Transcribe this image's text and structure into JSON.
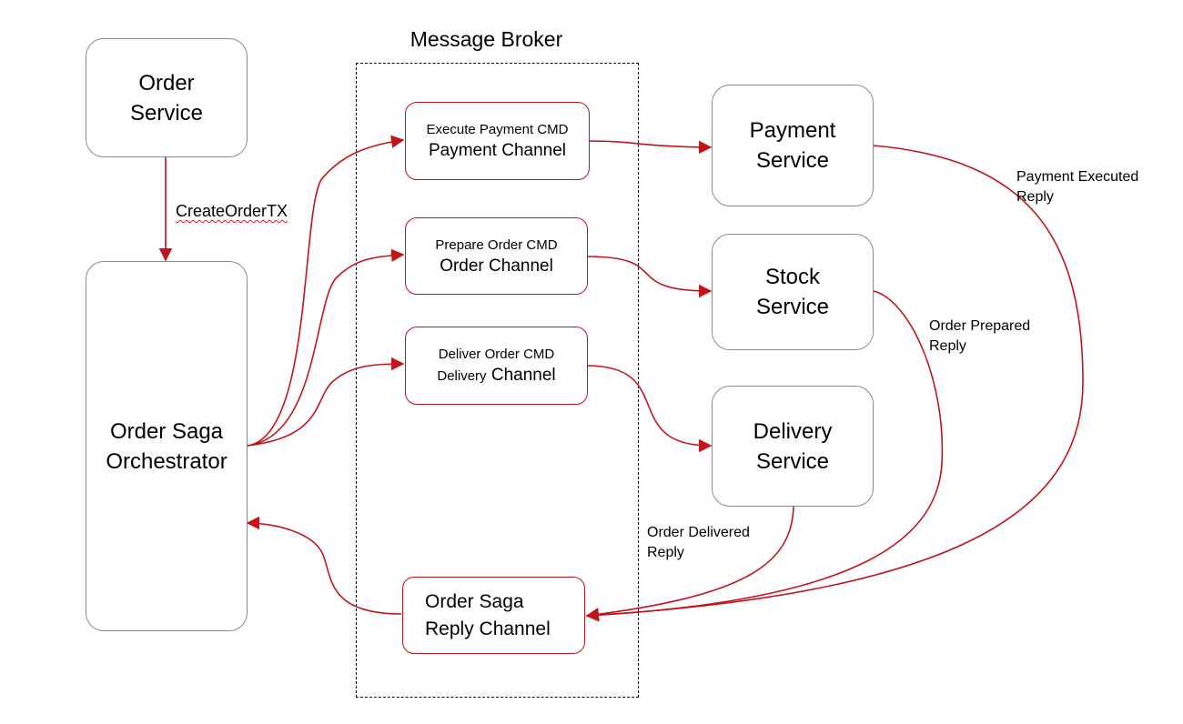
{
  "broker": {
    "title": "Message Broker"
  },
  "services": {
    "order": {
      "line1": "Order",
      "line2": "Service"
    },
    "orchestrator": {
      "line1": "Order Saga",
      "line2": "Orchestrator"
    },
    "payment": {
      "line1": "Payment",
      "line2": "Service"
    },
    "stock": {
      "line1": "Stock",
      "line2": "Service"
    },
    "delivery": {
      "line1": "Delivery",
      "line2": "Service"
    }
  },
  "channels": {
    "payment": {
      "cmd": "Execute Payment CMD",
      "name": "Payment Channel"
    },
    "order": {
      "cmd": "Prepare Order CMD",
      "name": "Order Channel"
    },
    "delivery": {
      "cmd": "Deliver Order CMD",
      "name_prefix": "Delivery",
      "name_suffix": "Channel"
    },
    "reply": {
      "line1": "Order Saga",
      "line2": "Reply Channel"
    }
  },
  "labels": {
    "create_order": "CreateOrderTX",
    "payment_reply": {
      "line1": "Payment Executed",
      "line2": "Reply"
    },
    "order_reply": {
      "line1": "Order Prepared",
      "line2": "Reply"
    },
    "delivery_reply": {
      "line1": "Order Delivered",
      "line2": "Reply"
    }
  },
  "colors": {
    "arrow": "#c0151b",
    "service_border": "#8a8a8a",
    "channel_border": "#c0151b"
  }
}
